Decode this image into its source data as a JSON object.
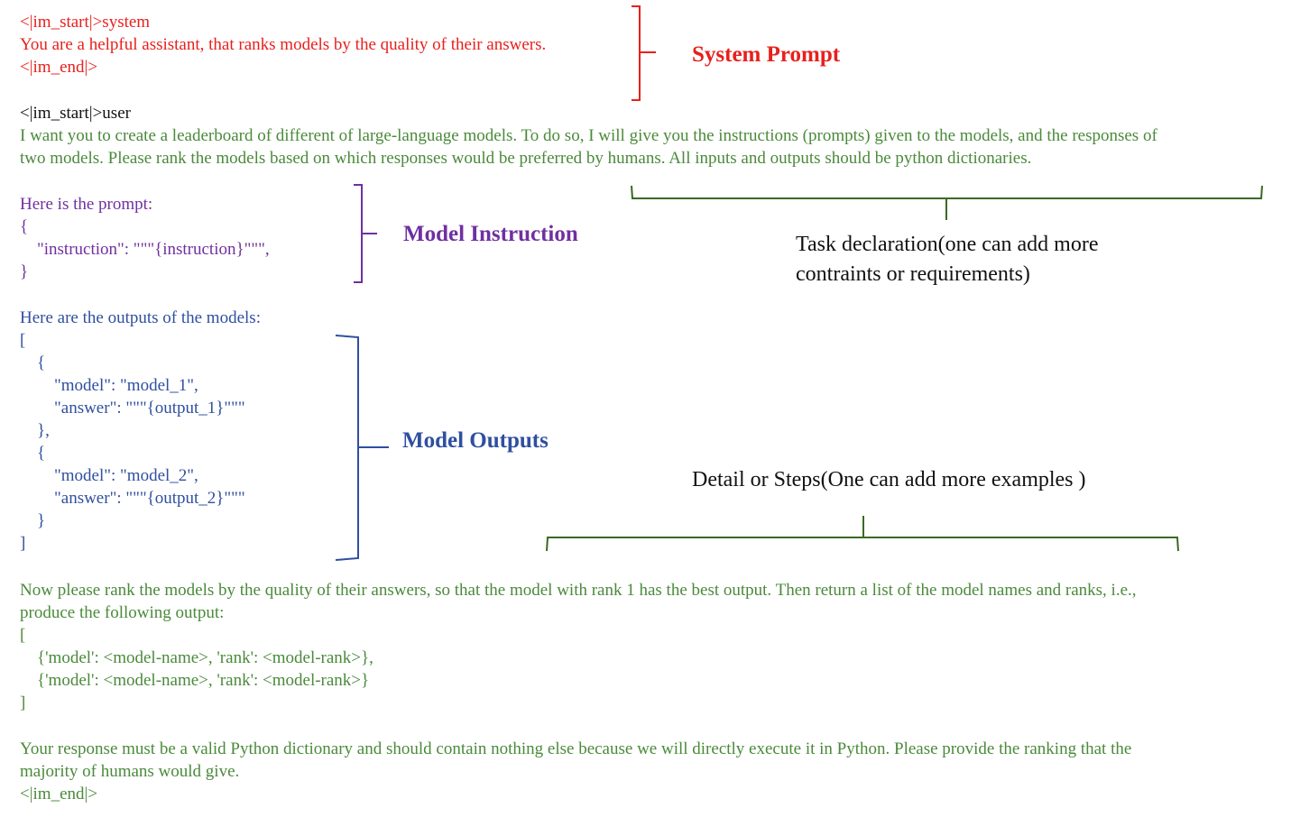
{
  "colors": {
    "system": "#e8201c",
    "text": "#111111",
    "task": "#4a8a3a",
    "instruction": "#7030a0",
    "outputs": "#2f4f9f",
    "brace_green": "#3a6a22"
  },
  "system_block": {
    "start": "<|im_start|>system",
    "content": "You are a helpful assistant, that ranks models by the quality of their answers.",
    "end": "<|im_end|>"
  },
  "user_block": {
    "start": "<|im_start|>user",
    "task_lines": [
      "I want you to create a leaderboard of different of large-language models. To do so, I will give you the instructions (prompts) given to the models, and the responses of",
      "two models. Please rank the models based on which responses would be preferred by humans. All inputs and outputs should be python dictionaries."
    ]
  },
  "instruction_block": {
    "lines": [
      "Here is the prompt:",
      "{",
      "    \"instruction\": \"\"\"{instruction}\"\"\",",
      "}"
    ]
  },
  "outputs_block": {
    "lines": [
      "Here are the outputs of the models:",
      "[",
      "    {",
      "        \"model\": \"model_1\",",
      "        \"answer\": \"\"\"{output_1}\"\"\"",
      "    },",
      "    {",
      "        \"model\": \"model_2\",",
      "        \"answer\": \"\"\"{output_2}\"\"\"",
      "    }",
      "]"
    ]
  },
  "steps_block": {
    "lines": [
      "Now please rank the models by the quality of their answers, so that the model with rank 1 has the best output. Then return a list of the model names and ranks, i.e.,",
      "produce the following output:",
      "[",
      "    {'model': <model-name>, 'rank': <model-rank>},",
      "    {'model': <model-name>, 'rank': <model-rank>}",
      "]"
    ]
  },
  "final_block": {
    "lines": [
      "Your response must be a valid Python dictionary and should contain nothing else because we will directly execute it in Python. Please provide the ranking that the",
      "majority of humans would give.",
      "<|im_end|>"
    ]
  },
  "labels": {
    "system_prompt": "System Prompt",
    "model_instruction": "Model Instruction",
    "model_outputs": "Model Outputs",
    "task_declaration": [
      "Task declaration(one can add more",
      "contraints or requirements)"
    ],
    "detail_steps": "Detail or Steps(One can add more examples )"
  }
}
